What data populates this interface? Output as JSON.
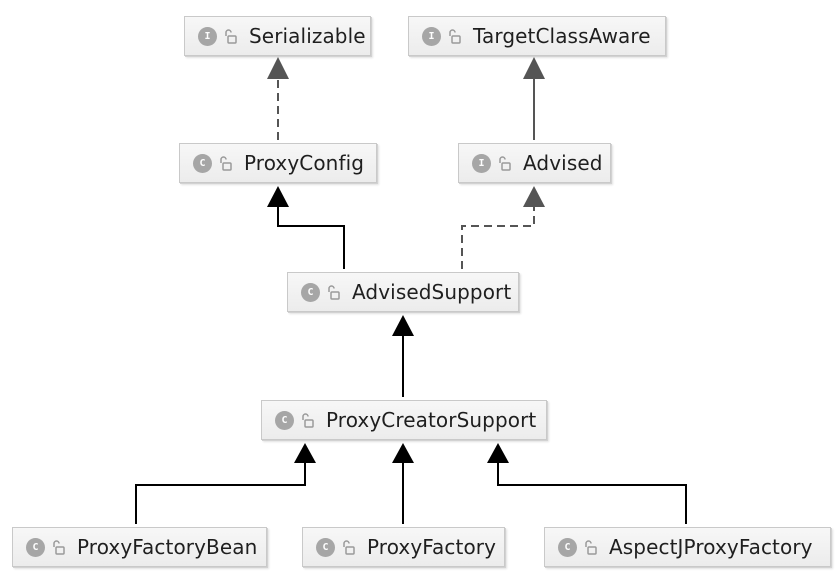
{
  "nodes": {
    "serializable": {
      "kind": "I",
      "label": "Serializable"
    },
    "target_class_aware": {
      "kind": "I",
      "label": "TargetClassAware"
    },
    "proxy_config": {
      "kind": "C",
      "label": "ProxyConfig"
    },
    "advised": {
      "kind": "I",
      "label": "Advised"
    },
    "advised_support": {
      "kind": "C",
      "label": "AdvisedSupport"
    },
    "proxy_creator_support": {
      "kind": "C",
      "label": "ProxyCreatorSupport"
    },
    "proxy_factory_bean": {
      "kind": "C",
      "label": "ProxyFactoryBean"
    },
    "proxy_factory": {
      "kind": "C",
      "label": "ProxyFactory"
    },
    "aspectj_proxy_factory": {
      "kind": "C",
      "label": "AspectJProxyFactory"
    }
  },
  "relations": [
    {
      "from": "proxy_config",
      "to": "serializable",
      "type": "implements"
    },
    {
      "from": "advised",
      "to": "target_class_aware",
      "type": "extends"
    },
    {
      "from": "advised_support",
      "to": "proxy_config",
      "type": "extends"
    },
    {
      "from": "advised_support",
      "to": "advised",
      "type": "implements"
    },
    {
      "from": "proxy_creator_support",
      "to": "advised_support",
      "type": "extends"
    },
    {
      "from": "proxy_factory_bean",
      "to": "proxy_creator_support",
      "type": "extends"
    },
    {
      "from": "proxy_factory",
      "to": "proxy_creator_support",
      "type": "extends"
    },
    {
      "from": "aspectj_proxy_factory",
      "to": "proxy_creator_support",
      "type": "extends"
    }
  ],
  "colors": {
    "class_arrow": "#000000",
    "interface_arrow": "#555555",
    "badge": "#a6a6a6",
    "node_border": "#c9c9c9"
  },
  "icons": {
    "class_badge": "class-icon",
    "interface_badge": "interface-icon",
    "visibility": "unlock-icon"
  }
}
